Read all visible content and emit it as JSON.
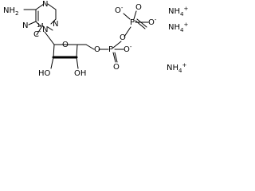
{
  "molecule": {
    "amino_group": "NH",
    "amino_subscript": "2",
    "ring_n1": "N",
    "ring_n3": "N",
    "ring_n7": "N",
    "ring_n9": "N",
    "n9_isotope": "14",
    "c8_label": "C",
    "c8_charge": "-",
    "ring_oxygen": "O",
    "hydroxyl_left": "HO",
    "hydroxyl_right": "OH",
    "linker_oxygen": "O",
    "phosphorus_inner": "P",
    "phosphorus_outer": "P",
    "bridge_oxygen": "O",
    "inner_p_double_o": "O",
    "inner_p_o": "O",
    "inner_p_o_charge": "-",
    "outer_p_double_o": "O",
    "outer_p_o_top": "O",
    "outer_p_o_top_charge": "-",
    "outer_p_o_right": "O",
    "outer_p_o_right_charge": "-",
    "counterions": [
      {
        "base": "NH",
        "subscript": "4",
        "charge": "+"
      },
      {
        "base": "NH",
        "subscript": "4",
        "charge": "+"
      },
      {
        "base": "NH",
        "subscript": "4",
        "charge": "+"
      }
    ]
  }
}
